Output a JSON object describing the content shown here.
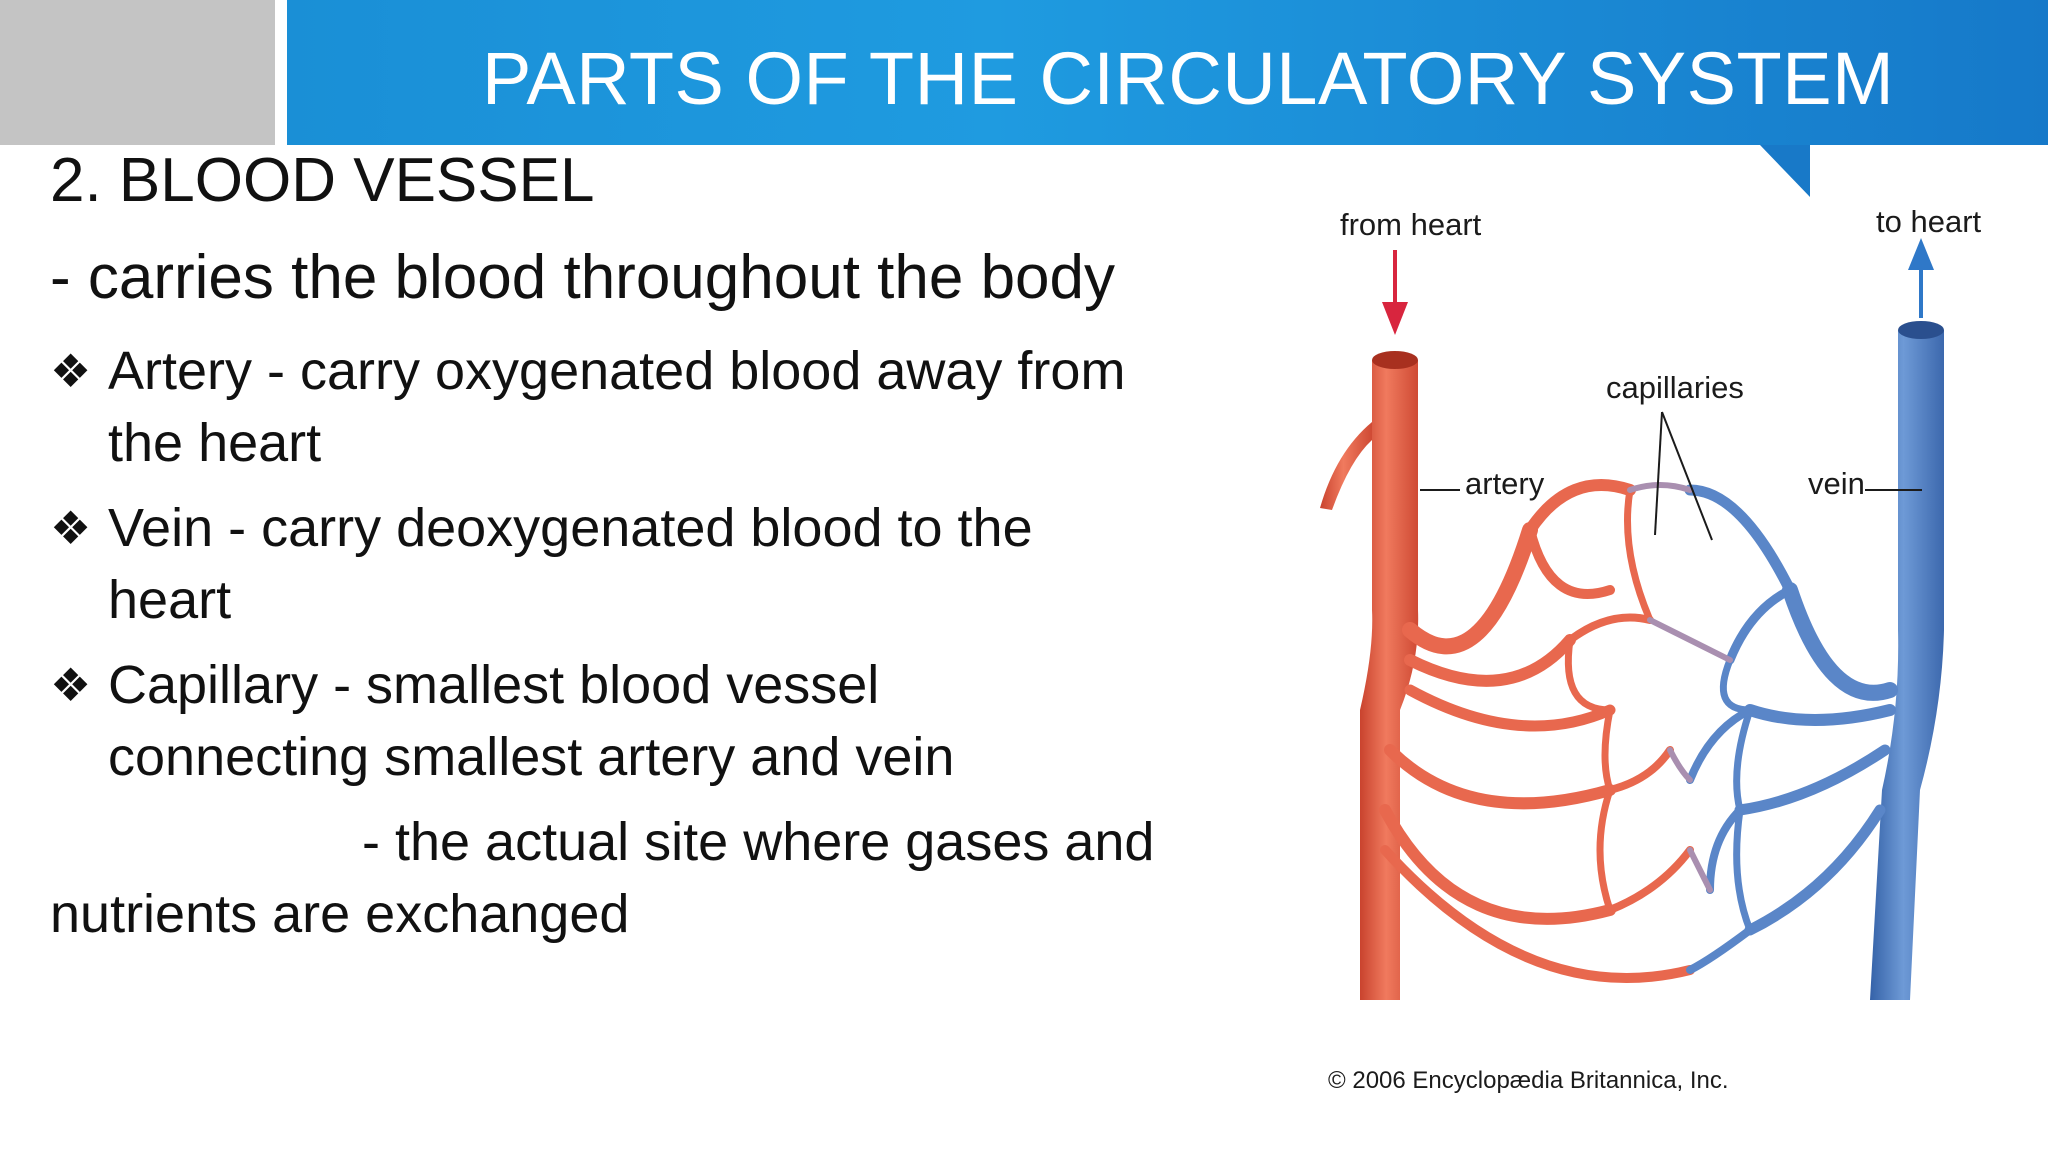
{
  "slide": {
    "title": "PARTS OF THE CIRCULATORY SYSTEM",
    "heading": "2. BLOOD VESSEL",
    "subheading": "- carries the blood throughout the body",
    "bullets": [
      {
        "line1": "Artery - carry oxygenated blood away from",
        "line2": "the heart"
      },
      {
        "line1": "Vein - carry deoxygenated blood to the",
        "line2": "heart"
      },
      {
        "line1": "Capillary - smallest blood vessel",
        "line2": "connecting smallest artery and vein"
      }
    ],
    "bullet_symbol": "❖",
    "extra_line1": "- the actual site where gases and",
    "extra_line2": "nutrients are exchanged"
  },
  "figure": {
    "labels": {
      "from_heart": "from heart",
      "to_heart": "to heart",
      "capillaries": "capillaries",
      "artery": "artery",
      "vein": "vein"
    },
    "credit": "© 2006 Encyclopædia Britannica, Inc.",
    "colors": {
      "artery": "#e8624a",
      "vein": "#4f7fc4",
      "arrow_red": "#d8253e",
      "arrow_blue": "#2f78c8"
    }
  },
  "theme": {
    "header_blue": "#1f9be0",
    "gray_block": "#c4c4c4"
  }
}
